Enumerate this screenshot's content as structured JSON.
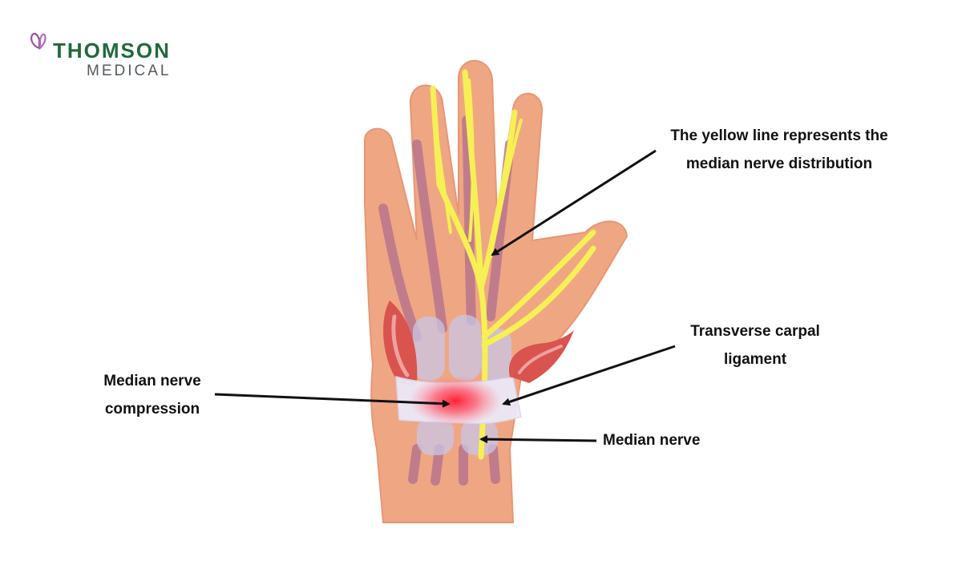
{
  "brand": {
    "name_line1": "THOMSON",
    "name_line2": "MEDICAL",
    "logo_color": "#1f6a3a",
    "logo_subcolor": "#555a5e",
    "logo_mark": "butterfly-icon",
    "logo_mark_color": "#9b4fa8"
  },
  "labels": {
    "yellow_line": {
      "line1": "The yellow line represents the",
      "line2": "median nerve distribution"
    },
    "ligament": {
      "line1": "Transverse carpal",
      "line2": "ligament"
    },
    "compression": {
      "line1": "Median nerve",
      "line2": "compression"
    },
    "median_nerve": {
      "line1": "Median nerve"
    }
  },
  "colors": {
    "skin": "#efa783",
    "tendon": "#b9758e",
    "nerve": "#f6f054",
    "muscle": "#d9534f",
    "ligament": "#ece9f7",
    "compression": "#ff2a3a",
    "arrow": "#111111"
  }
}
